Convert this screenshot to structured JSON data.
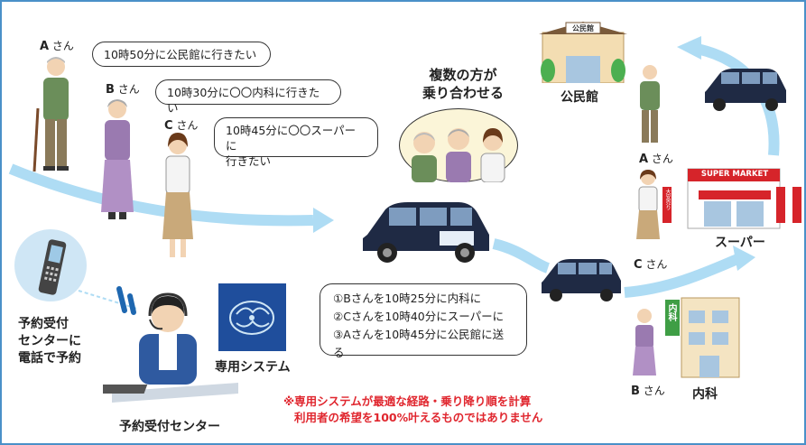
{
  "people": {
    "a": {
      "name": "A",
      "suffix": "さん"
    },
    "b": {
      "name": "B",
      "suffix": "さん"
    },
    "c": {
      "name": "C",
      "suffix": "さん"
    }
  },
  "bubbles": {
    "a_request": "10時50分に公民館に行きたい",
    "b_request": "10時30分に〇〇内科に行きたい",
    "c_request_line1": "10時45分に〇〇スーパーに",
    "c_request_line2": "行きたい"
  },
  "rideshare": {
    "line1": "複数の方が",
    "line2": "乗り合わせる"
  },
  "destinations": {
    "community_hall": "公民館",
    "community_hall_sign": "公民館",
    "supermarket": "スーパー",
    "supermarket_sign": "SUPER MARKET",
    "supermarket_banner": "大安売り",
    "clinic": "内科",
    "clinic_sign": "内科"
  },
  "destination_people": {
    "a": {
      "name": "A",
      "suffix": "さん"
    },
    "c": {
      "name": "C",
      "suffix": "さん"
    },
    "b": {
      "name": "B",
      "suffix": "さん"
    }
  },
  "phone_caption": {
    "line1": "予約受付",
    "line2": "センターに",
    "line3": "電話で予約"
  },
  "reservation_center": "予約受付センター",
  "system_label": "専用システム",
  "schedule": [
    "①Bさんを10時25分に内科に",
    "②Cさんを10時40分にスーパーに",
    "③Aさんを10時45分に公民館に送る"
  ],
  "note": {
    "line1": "※専用システムが最適な経路・乗り降り順を計算",
    "line2": "利用者の希望を100%叶えるものではありません"
  },
  "colors": {
    "frame": "#4a90c8",
    "arrow": "#aedcf4",
    "taxi": "#1f2a44",
    "note_red": "#e0262e",
    "thought_bg": "#fbf5d8"
  }
}
